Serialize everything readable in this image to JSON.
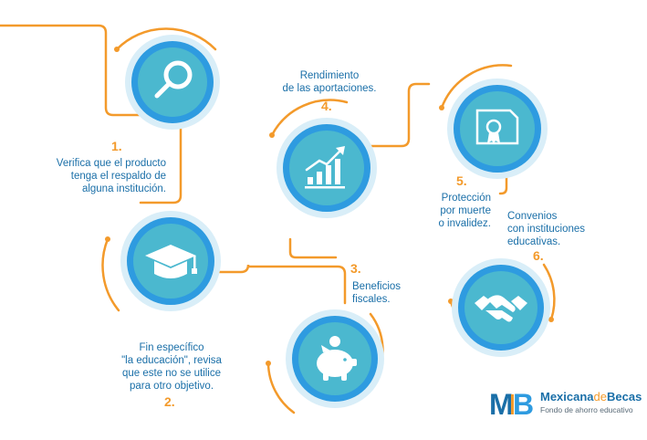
{
  "colors": {
    "accent": "#f39a2b",
    "teal": "#4bb8cf",
    "ring": "#2e9be0",
    "ringLight": "#d9eef8",
    "text": "#1a6fa8"
  },
  "steps": [
    {
      "number": "1.",
      "text": "Verifica que el producto\ntenga el respaldo de\nalguna institución.",
      "icon": "search-icon"
    },
    {
      "number": "2.",
      "text": "Fin específico\n\"la educación\", revisa\nque este no se utilice\npara otro objetivo.",
      "icon": "graduation-cap-icon"
    },
    {
      "number": "3.",
      "text": "Beneficios\nfiscales.",
      "icon": "piggy-bank-icon"
    },
    {
      "number": "4.",
      "text": "Rendimiento\nde las aportaciones.",
      "icon": "growth-chart-icon"
    },
    {
      "number": "5.",
      "text": "Protección\npor muerte\no invalidez.",
      "icon": "certificate-icon"
    },
    {
      "number": "6.",
      "text": "Convenios\ncon instituciones\neducativas.",
      "icon": "handshake-icon"
    }
  ],
  "logo": {
    "monogram": "MB",
    "name_main": "Mexicana",
    "name_accent": "de",
    "name_end": "Becas",
    "tagline": "Fondo de ahorro educativo"
  }
}
